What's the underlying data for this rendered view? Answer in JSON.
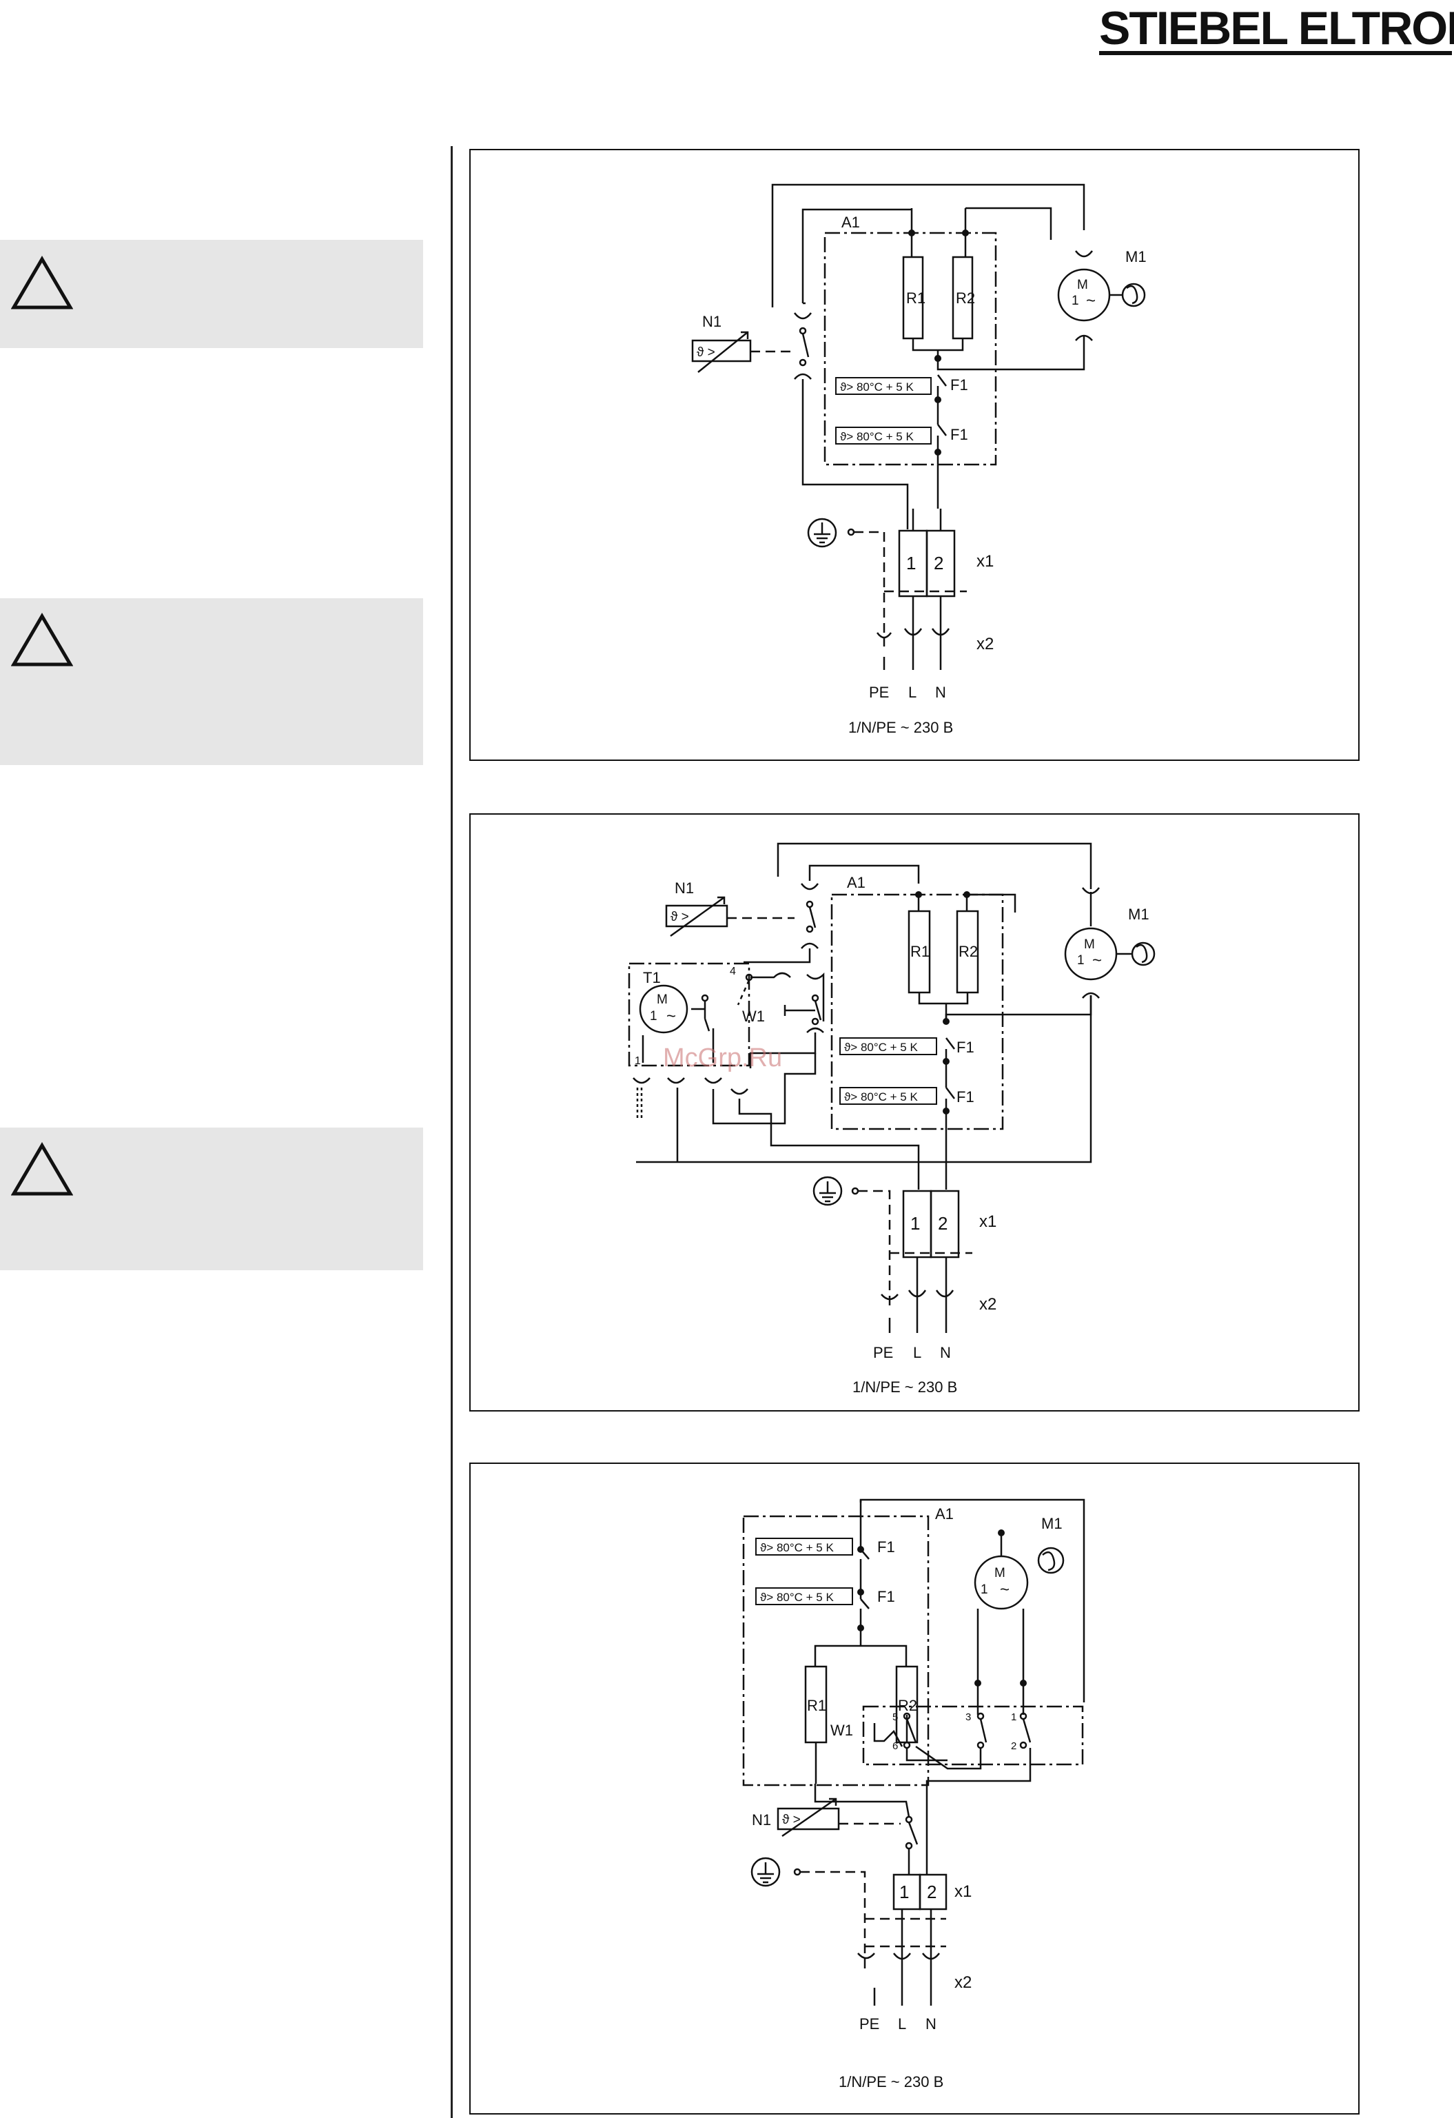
{
  "header": {
    "brand": "STIEBEL ELTRON"
  },
  "watermark": "McGrp.Ru",
  "common": {
    "thermal_label": "ϑ> 80°C + 5 K",
    "supply": "1/N/PE ~ 230 B",
    "motor_m": "M",
    "motor_1": "1",
    "motor_tilde": "~",
    "pe": "PE",
    "l": "L",
    "n": "N",
    "x1": "x1",
    "x2": "x2",
    "t1": "1",
    "t2": "2",
    "therm_sym": "ϑ >"
  },
  "diagram1": {
    "a1": "A1",
    "m1": "M1",
    "n1": "N1",
    "r1": "R1",
    "r2": "R2",
    "f1": "F1"
  },
  "diagram2": {
    "a1": "A1",
    "m1": "M1",
    "n1": "N1",
    "t1": "T1",
    "w1": "W1",
    "r1": "R1",
    "r2": "R2",
    "f1": "F1",
    "term_4": "4",
    "term_1": "1"
  },
  "diagram3": {
    "a1": "A1",
    "m1": "M1",
    "n1": "N1",
    "w1": "W1",
    "r1": "R1",
    "r2": "R2",
    "f1": "F1",
    "term_1": "1",
    "term_2": "2",
    "term_3": "3",
    "term_5": "5",
    "term_6": "6"
  },
  "colors": {
    "ink": "#111111",
    "warning_panel": "#e6e6e6",
    "watermark": "#c86e6e"
  }
}
